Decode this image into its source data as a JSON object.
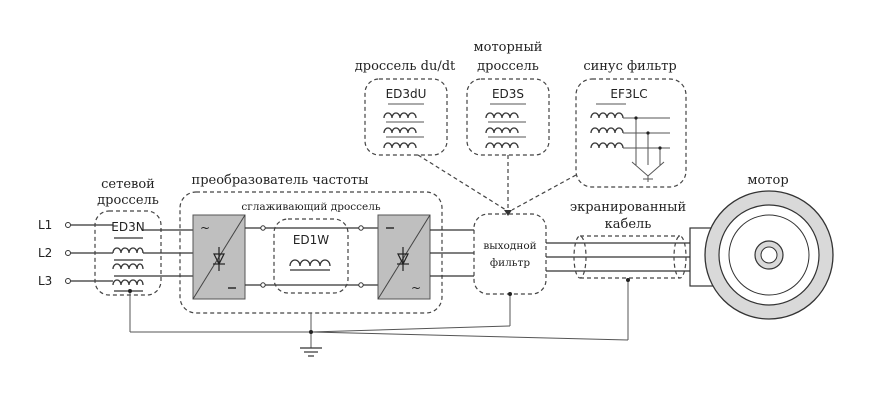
{
  "lines": [
    "L1",
    "L2",
    "L3"
  ],
  "line_reactor": {
    "title_line1": "сетевой",
    "title_line2": "дроссель",
    "code": "ED3N"
  },
  "converter": {
    "title": "преобразователь частоты",
    "dc_choke_label": "сглаживающий дроссель",
    "dc_choke_code": "ED1W"
  },
  "dudt_choke": {
    "title": "дроссель du/dt",
    "code": "ED3dU"
  },
  "motor_choke": {
    "title_line1": "моторный",
    "title_line2": "дроссель",
    "code": "ED3S"
  },
  "sine_filter": {
    "title": "синус фильтр",
    "code": "EF3LC"
  },
  "output_filter": {
    "title_line1": "выходной",
    "title_line2": "фильтр"
  },
  "shielded_cable": {
    "title_line1": "экранированный",
    "title_line2": "кабель"
  },
  "motor": {
    "title": "мотор"
  }
}
